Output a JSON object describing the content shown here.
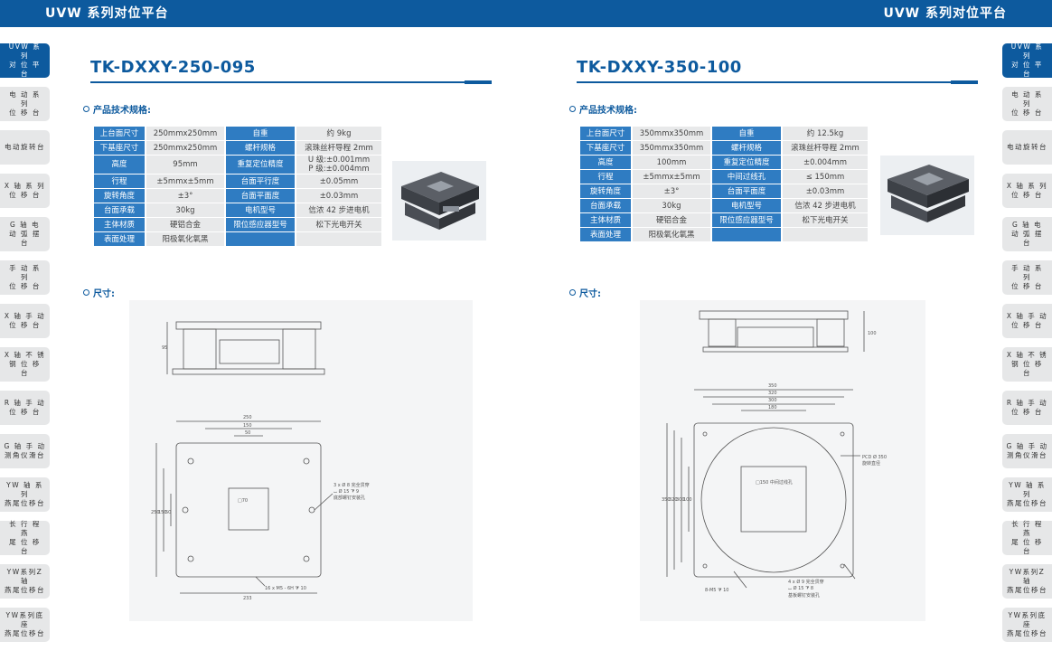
{
  "header": {
    "left_title": "UVW 系列对位平台",
    "right_title": "UVW 系列对位平台"
  },
  "colors": {
    "brand": "#0d5a9e",
    "key_cell": "#2f7cc2",
    "value_cell": "#e8e9ea",
    "side_item": "#e6e7e8"
  },
  "left_sidebar": [
    {
      "label": "UVW 系 列\n对 位 平 台",
      "active": true
    },
    {
      "label": "电 动 系 列\n位  移  台",
      "active": false
    },
    {
      "label": "电动旋转台",
      "active": false
    },
    {
      "label": "X 轴  系  列\n位    移    台",
      "active": false
    },
    {
      "label": "G    轴    电\n动 弧 摆 台",
      "active": false
    },
    {
      "label": "手 动 系 列\n位    移    台",
      "active": false
    },
    {
      "label": "X 轴  手  动\n位    移    台",
      "active": false
    },
    {
      "label": "X 轴  不  锈\n钢 位 移 台",
      "active": false
    },
    {
      "label": "R 轴  手  动\n位    移    台",
      "active": false
    },
    {
      "label": "G 轴  手  动\n测角仪滑台",
      "active": false
    },
    {
      "label": "YW 轴 系 列\n燕尾位移台",
      "active": false
    },
    {
      "label": "长  行  程  燕\n尾 位 移 台",
      "active": false
    },
    {
      "label": "YW系列Z轴\n燕尾位移台",
      "active": false
    },
    {
      "label": "YW系列底座\n燕尾位移台",
      "active": false
    }
  ],
  "right_sidebar": [
    {
      "label": "UVW 系 列\n对 位 平 台",
      "active": true
    },
    {
      "label": "电 动 系 列\n位  移  台",
      "active": false
    },
    {
      "label": "电动旋转台",
      "active": false
    },
    {
      "label": "X 轴  系  列\n位    移    台",
      "active": false
    },
    {
      "label": "G    轴    电\n动 弧 摆 台",
      "active": false
    },
    {
      "label": "手 动 系 列\n位    移    台",
      "active": false
    },
    {
      "label": "X 轴  手  动\n位    移    台",
      "active": false
    },
    {
      "label": "X 轴  不  锈\n钢 位 移 台",
      "active": false
    },
    {
      "label": "R 轴  手  动\n位    移    台",
      "active": false
    },
    {
      "label": "G 轴  手  动\n测角仪滑台",
      "active": false
    },
    {
      "label": "YW 轴 系 列\n燕尾位移台",
      "active": false
    },
    {
      "label": "长  行  程  燕\n尾 位 移 台",
      "active": false
    },
    {
      "label": "YW系列Z轴\n燕尾位移台",
      "active": false
    },
    {
      "label": "YW系列底座\n燕尾位移台",
      "active": false
    }
  ],
  "left_page": {
    "model": "TK-DXXY-250-095",
    "spec_heading": "产品技术规格:",
    "dim_heading": "尺寸:",
    "specs": [
      [
        "上台面尺寸",
        "250mmx250mm",
        "自重",
        "约 9kg"
      ],
      [
        "下基座尺寸",
        "250mmx250mm",
        "螺杆规格",
        "滚珠丝杆导程 2mm"
      ],
      [
        "高度",
        "95mm",
        "重复定位精度",
        "U 级:±0.001mm\nP 级:±0.004mm"
      ],
      [
        "行程",
        "±5mmx±5mm",
        "台面平行度",
        "±0.05mm"
      ],
      [
        "旋转角度",
        "±3°",
        "台面平面度",
        "±0.03mm"
      ],
      [
        "台面承载",
        "30kg",
        "电机型号",
        "信浓 42 步进电机"
      ],
      [
        "主体材质",
        "硬铝合金",
        "限位感应器型号",
        "松下光电开关"
      ],
      [
        "表面处理",
        "阳极氧化氧黑",
        "",
        ""
      ]
    ],
    "drawing_labels": {
      "height": "95",
      "w250": "250",
      "w150": "150",
      "w50": "50",
      "w233": "233",
      "h250": "250",
      "h150": "150",
      "h50": "50",
      "center": "□70",
      "note1": "3 x Ø 8 完全贯穿",
      "note2": "⌴ Ø 15 ⧩ 9",
      "note3": "底部螺钉安装孔",
      "bottom_note": "16 x  M5 - 6H ⧩ 10"
    }
  },
  "right_page": {
    "model": "TK-DXXY-350-100",
    "spec_heading": "产品技术规格:",
    "dim_heading": "尺寸:",
    "specs": [
      [
        "上台面尺寸",
        "350mmx350mm",
        "自重",
        "约 12.5kg"
      ],
      [
        "下基座尺寸",
        "350mmx350mm",
        "螺杆规格",
        "滚珠丝杆导程 2mm"
      ],
      [
        "高度",
        "100mm",
        "重复定位精度",
        "±0.004mm"
      ],
      [
        "行程",
        "±5mmx±5mm",
        "中间过线孔",
        "≤ 150mm"
      ],
      [
        "旋转角度",
        "±3°",
        "台面平面度",
        "±0.03mm"
      ],
      [
        "台面承载",
        "30kg",
        "电机型号",
        "信浓 42 步进电机"
      ],
      [
        "主体材质",
        "硬铝合金",
        "限位感应器型号",
        "松下光电开关"
      ],
      [
        "表面处理",
        "阳极氧化氧黑",
        "",
        ""
      ]
    ],
    "drawing_labels": {
      "height": "100",
      "w350": "350",
      "w320": "320",
      "w300": "300",
      "w180": "180",
      "h350": "350",
      "h320": "320",
      "h300": "300",
      "h100": "100",
      "center": "□150  中间过线孔",
      "pcd1": "PCD Ø 350",
      "pcd2": "旋转直径",
      "m5": "8-M5 ⧩ 10",
      "note1": "4 x  Ø 9 完全贯穿",
      "note2": "⌴ Ø 15 ⧩ 8",
      "note3": "基板螺钉安装孔"
    }
  }
}
